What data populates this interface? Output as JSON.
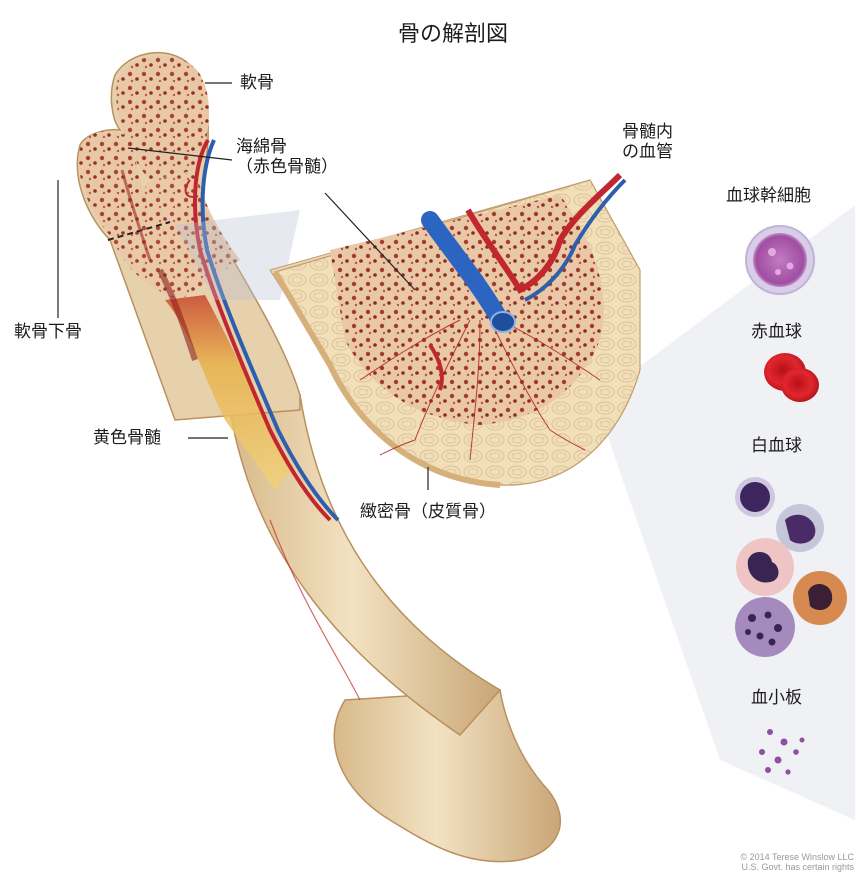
{
  "title": "骨の解剖図",
  "labels": {
    "cartilage": "軟骨",
    "spongy_bone": "海綿骨\n（赤色骨髄）",
    "subchondral_bone": "軟骨下骨",
    "yellow_marrow": "黄色骨髄",
    "marrow_vessels": "骨髄内\nの血管",
    "compact_bone": "緻密骨（皮質骨）"
  },
  "cells": {
    "stem_cell": "血球幹細胞",
    "red_blood_cell": "赤血球",
    "white_blood_cell": "白血球",
    "platelet": "血小板"
  },
  "credit": "© 2014 Terese Winslow LLC\nU.S. Govt. has certain rights",
  "colors": {
    "bone": "#e8d2a8",
    "bone_shadow": "#cfae7c",
    "marrow_red": "#9c2b1e",
    "yellow_marrow": "#e6c25a",
    "artery": "#c2262e",
    "vein": "#2e5fae",
    "cell_purple": "#b26ab0",
    "rbc": "#d61f26",
    "wbc_dark": "#3b2a5a"
  }
}
